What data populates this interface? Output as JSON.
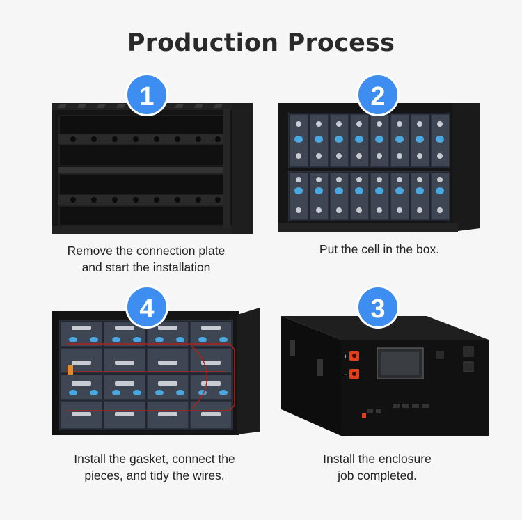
{
  "title": "Production Process",
  "steps": [
    {
      "number": "1",
      "caption_lines": [
        "Remove the connection plate",
        "and start the installation"
      ]
    },
    {
      "number": "2",
      "caption_lines": [
        "Put the cell in the box."
      ]
    },
    {
      "number": "4",
      "caption_lines": [
        "Install the gasket, connect the",
        "pieces, and tidy the wires."
      ]
    },
    {
      "number": "3",
      "caption_lines": [
        "Install the enclosure",
        "job completed."
      ]
    }
  ],
  "enclosure_panel": {
    "plus_label": "+",
    "minus_label": "−"
  },
  "colors": {
    "badge": "#3d8ef0",
    "background": "#f6f6f6",
    "cell_terminal": "#4aa8e0",
    "enclosure": "#111111",
    "connector": "#e2401c"
  }
}
